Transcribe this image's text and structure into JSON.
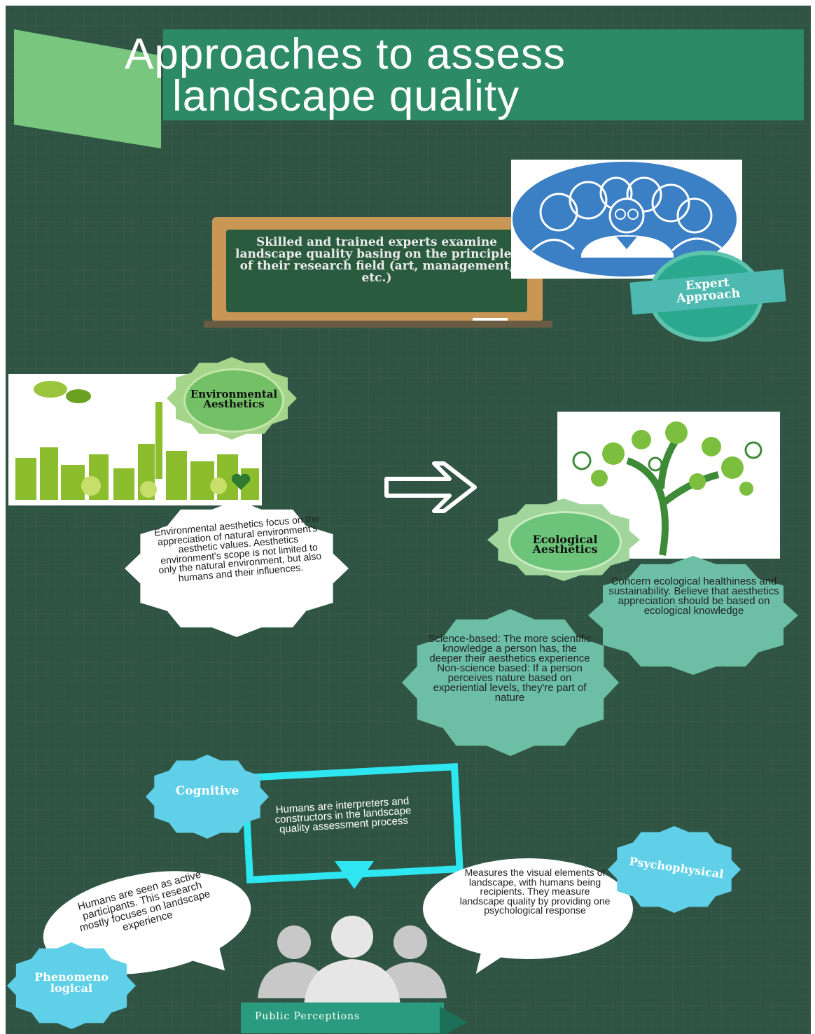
{
  "title": {
    "line1": "Approaches to assess",
    "line2": "landscape quality"
  },
  "expert": {
    "board_text": "Skilled and trained experts examine landscape quality basing on the principles of their research field (art, management, etc.)",
    "badge_line1": "Expert",
    "badge_line2": "Approach",
    "icon": "expert-group-icon"
  },
  "environmental": {
    "seal_line1": "Environmental",
    "seal_line2": "Aesthetics",
    "description": "Environmental aesthetics focus on the appreciation of natural environment's aesthetic values. Aesthetics environment's scope is not limited to only the natural environment, but also humans and their influences.",
    "illustration": "green-city-icon"
  },
  "arrow_icon": "right-arrow-icon",
  "ecological": {
    "seal_line1": "Ecological",
    "seal_line2": "Aesthetics",
    "concern": "Concern ecological healthiness and sustainability. Believe that aesthetics appreciation should be based on ecological knowledge",
    "science": "Science-based: The more scientific knowledge a person has, the deeper their aesthetics experience Non-science based: If a person perceives nature based on experiential levels, they're part of nature",
    "illustration": "eco-tree-icon"
  },
  "public": {
    "cognitive_label": "Cognitive",
    "cognitive_text": "Humans are interpreters and constructors in the landscape quality assessment process",
    "phenomenological_line1": "Phenomeno",
    "phenomenological_line2": "logical",
    "phenomenological_text": "Humans are seen as active participants. This research mostly focuses on landscape experience",
    "psychophysical_label": "Psychophysical",
    "psychophysical_text": "Measures the visual elements of landscape, with humans being recipients. They measure landscape quality by providing one psychological response",
    "banner": "Public Perceptions",
    "icon": "people-group-icon"
  },
  "colors": {
    "background": "#2f5443",
    "title_bar": "#2d8a66",
    "cyan": "#5fd0e8",
    "teal_bubble": "#6cbea4"
  }
}
